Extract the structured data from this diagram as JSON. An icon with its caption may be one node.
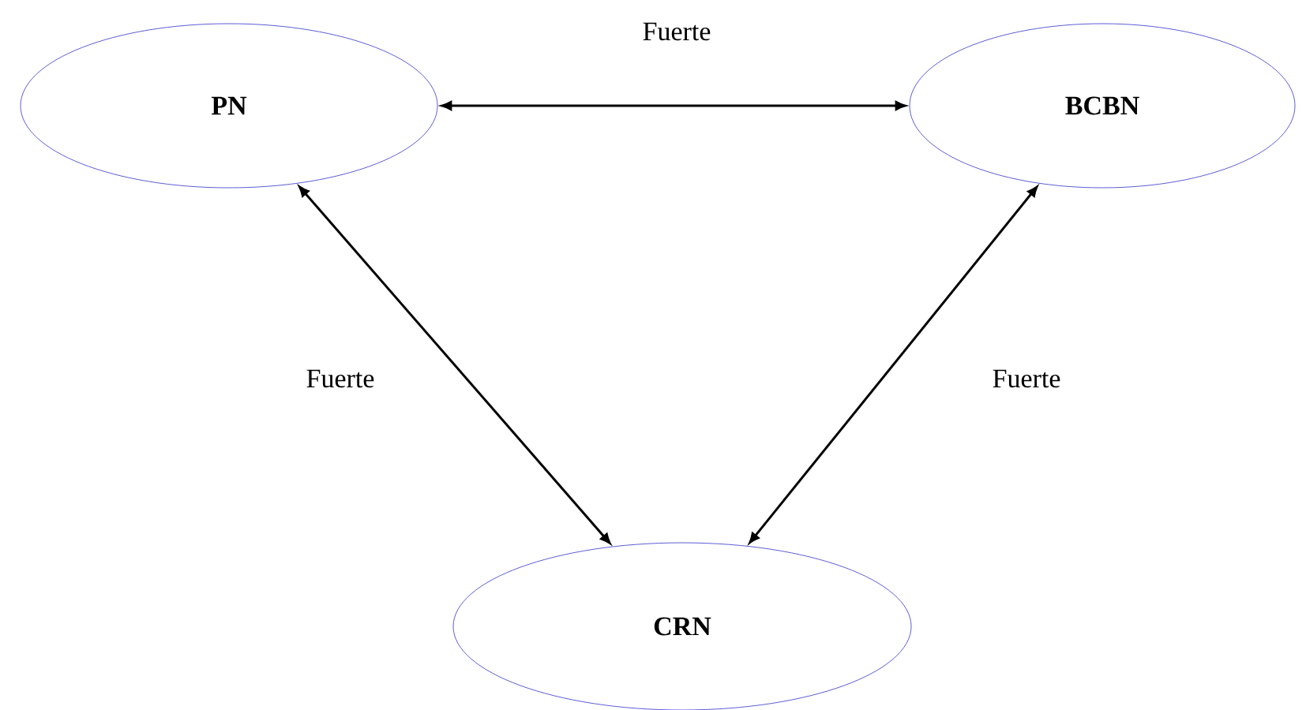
{
  "diagram": {
    "nodes": [
      {
        "text": [
          "PN"
        ]
      },
      {
        "text": [
          "BCBN"
        ]
      },
      {
        "text": [
          "CRN"
        ]
      }
    ],
    "edges": [
      {
        "from": 0,
        "to": 1,
        "arrow": "both",
        "label": "Fuerte"
      },
      {
        "from": 0,
        "to": 2,
        "arrow": "both",
        "label": "Fuerte"
      },
      {
        "from": 1,
        "to": 2,
        "arrow": "both",
        "label": "Fuerte"
      }
    ]
  }
}
